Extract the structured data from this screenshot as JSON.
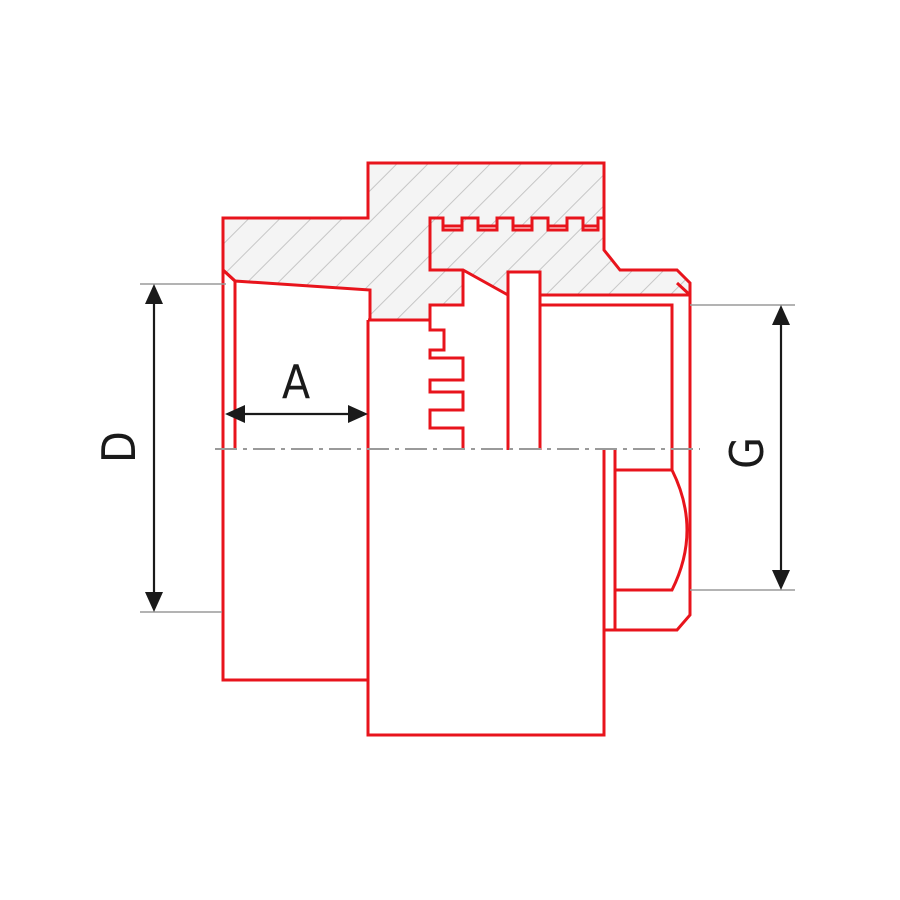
{
  "diagram": {
    "colors": {
      "outline": "#e8141c",
      "hatch": "#c8c8c8",
      "hatch_fill": "#f2f2f2",
      "dimension": "#1a1a1a",
      "extension": "#9a9a9a"
    },
    "labels": {
      "dim_d": "D",
      "dim_a": "A",
      "dim_g": "G"
    }
  }
}
